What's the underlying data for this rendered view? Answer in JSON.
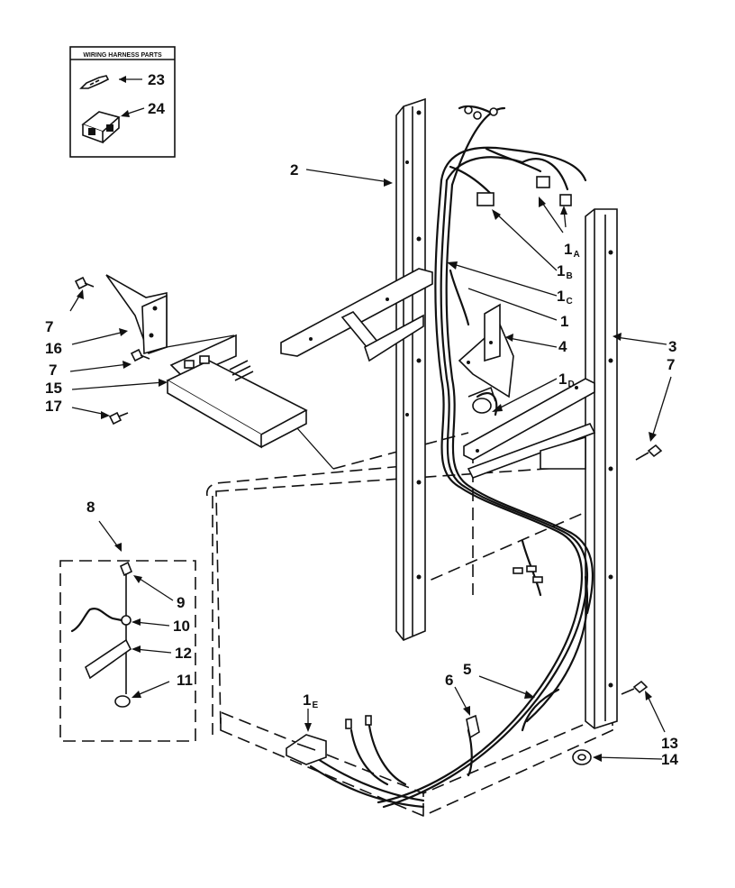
{
  "inset": {
    "title": "WIRING HARNESS PARTS"
  },
  "callouts": [
    {
      "id": "2",
      "text": "2"
    },
    {
      "id": "1A",
      "text": "1",
      "sub": "A"
    },
    {
      "id": "1B",
      "text": "1",
      "sub": "B"
    },
    {
      "id": "1C",
      "text": "1",
      "sub": "C"
    },
    {
      "id": "1",
      "text": "1"
    },
    {
      "id": "4",
      "text": "4"
    },
    {
      "id": "1D",
      "text": "1",
      "sub": "D"
    },
    {
      "id": "3",
      "text": "3"
    },
    {
      "id": "7a",
      "text": "7"
    },
    {
      "id": "7b",
      "text": "7"
    },
    {
      "id": "7c",
      "text": "7"
    },
    {
      "id": "16",
      "text": "16"
    },
    {
      "id": "15",
      "text": "15"
    },
    {
      "id": "17",
      "text": "17"
    },
    {
      "id": "8",
      "text": "8"
    },
    {
      "id": "9",
      "text": "9"
    },
    {
      "id": "10",
      "text": "10"
    },
    {
      "id": "12",
      "text": "12"
    },
    {
      "id": "11",
      "text": "11"
    },
    {
      "id": "5",
      "text": "5"
    },
    {
      "id": "6",
      "text": "6"
    },
    {
      "id": "1E",
      "text": "1",
      "sub": "E"
    },
    {
      "id": "13",
      "text": "13"
    },
    {
      "id": "14",
      "text": "14"
    },
    {
      "id": "23",
      "text": "23"
    },
    {
      "id": "24",
      "text": "24"
    }
  ]
}
